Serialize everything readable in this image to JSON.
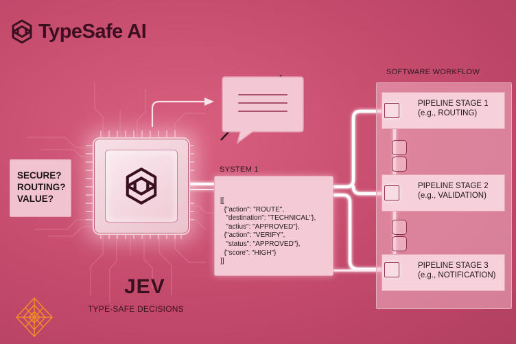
{
  "brand": {
    "name": "TypeSafe AI",
    "logo_icon": "hexagon-knot-logo-icon"
  },
  "question_box": {
    "lines": [
      "SECURE?",
      "ROUTING?",
      "VALUE?"
    ]
  },
  "system": {
    "label": "SYSTEM 1",
    "code_lines": [
      "[[",
      "  {\"action\": \"ROUTE\",",
      "   \"destination\": \"TECHNICAL\"},",
      "   \"actius\": \"APPROVED\"},",
      "  {\"action\": \"VERIFY\",",
      "   \"status\": \"APPROVED\"},",
      "  {\"score\": \"HIGH\"}",
      "]]"
    ]
  },
  "workflow": {
    "title": "SOFTWARE WORKFLOW",
    "stages": [
      {
        "title": "PIPELINE STAGE 1",
        "subtitle": "(e.g., ROUTING)"
      },
      {
        "title": "PIPELINE STAGE 2",
        "subtitle": "(e.g., VALIDATION)"
      },
      {
        "title": "PIPELINE STAGE 3",
        "subtitle": "(e.g., NOTIFICATION)"
      }
    ]
  },
  "footer": {
    "title": "JEV",
    "subtitle": "TYPE-SAFE DECISIONS"
  },
  "colors": {
    "background": "#c44a6c",
    "accent_dark": "#3a1020",
    "panel": "#f3cad6",
    "glow": "#ffffff"
  }
}
